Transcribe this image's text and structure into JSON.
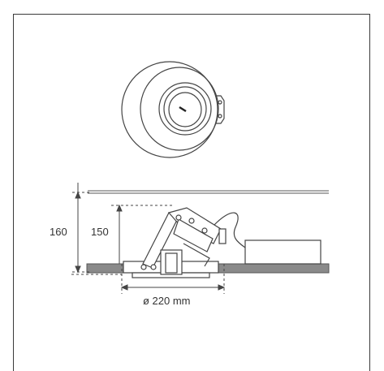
{
  "drawing": {
    "dimensions": {
      "total_height": "160",
      "body_height": "150",
      "cutout_diameter": "ø 220 mm"
    }
  }
}
